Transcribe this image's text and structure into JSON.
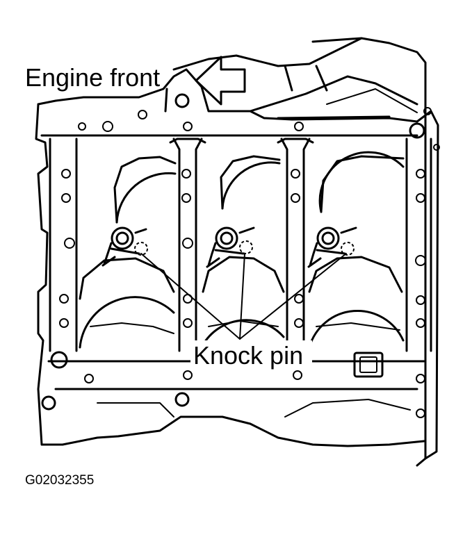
{
  "labels": {
    "engine_front": "Engine front",
    "knock_pin": "Knock pin",
    "figure_code": "G02032355"
  },
  "icons": {
    "direction_arrow": "arrow-left-icon"
  },
  "colors": {
    "line": "#000000",
    "background": "#ffffff"
  }
}
